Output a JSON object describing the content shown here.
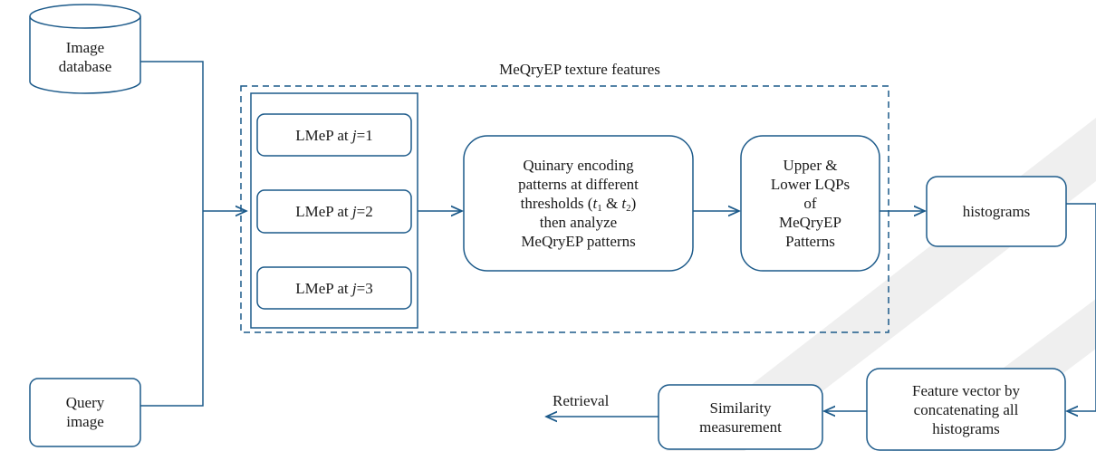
{
  "colors": {
    "stroke": "#1c5a8a",
    "text": "#1a1a1a",
    "watermark": "#efefef"
  },
  "database": {
    "line1": "Image",
    "line2": "database"
  },
  "query": {
    "line1": "Query",
    "line2": "image"
  },
  "group_title": "MeQryEP texture features",
  "lmep": [
    {
      "prefix": "LMeP at ",
      "var": "j",
      "value": "=1"
    },
    {
      "prefix": "LMeP at ",
      "var": "j",
      "value": "=2"
    },
    {
      "prefix": "LMeP at ",
      "var": "j",
      "value": "=3"
    }
  ],
  "quinary": {
    "line1": "Quinary encoding",
    "line2": "patterns at different",
    "line3_pre": "thresholds (",
    "t": "t",
    "sub1": "1",
    "amp": " & ",
    "sub2": "2",
    "close": ")",
    "line4": "then analyze",
    "line5": "MeQryEP patterns"
  },
  "lqp": {
    "line1": "Upper &",
    "line2": "Lower LQPs",
    "line3": "of",
    "line4": "MeQryEP",
    "line5": "Patterns"
  },
  "histograms": "histograms",
  "feature_vector": {
    "line1": "Feature vector by",
    "line2": "concatenating all",
    "line3": "histograms"
  },
  "similarity": {
    "line1": "Similarity",
    "line2": "measurement"
  },
  "retrieval": "Retrieval"
}
